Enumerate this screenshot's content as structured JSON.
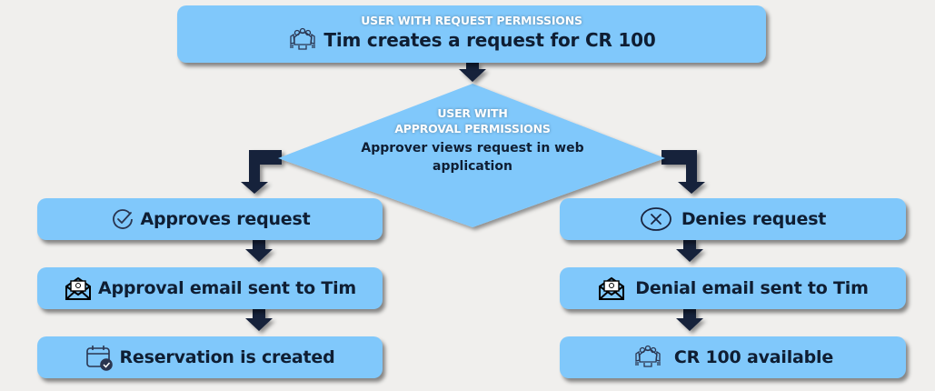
{
  "colors": {
    "box_fill": "#80c8fb",
    "arrow": "#17213a",
    "text": "#0f1e33",
    "role_label": "#ffffff",
    "background": "#f0efed"
  },
  "start": {
    "role": "USER WITH REQUEST PERMISSIONS",
    "label": "Tim creates a request for CR 100",
    "icon": "conference-table-icon"
  },
  "decision": {
    "role_line1": "USER WITH",
    "role_line2": "APPROVAL PERMISSIONS",
    "label_line1": "Approver views request in web",
    "label_line2": "application"
  },
  "approve_branch": [
    {
      "label": "Approves request",
      "icon": "check-circle-icon"
    },
    {
      "label": "Approval email sent to Tim",
      "icon": "email-open-icon"
    },
    {
      "label": "Reservation is created",
      "icon": "calendar-check-icon"
    }
  ],
  "deny_branch": [
    {
      "label": "Denies request",
      "icon": "x-circle-icon"
    },
    {
      "label": "Denial email sent to Tim",
      "icon": "email-open-icon"
    },
    {
      "label": "CR 100 available",
      "icon": "conference-table-icon"
    }
  ]
}
